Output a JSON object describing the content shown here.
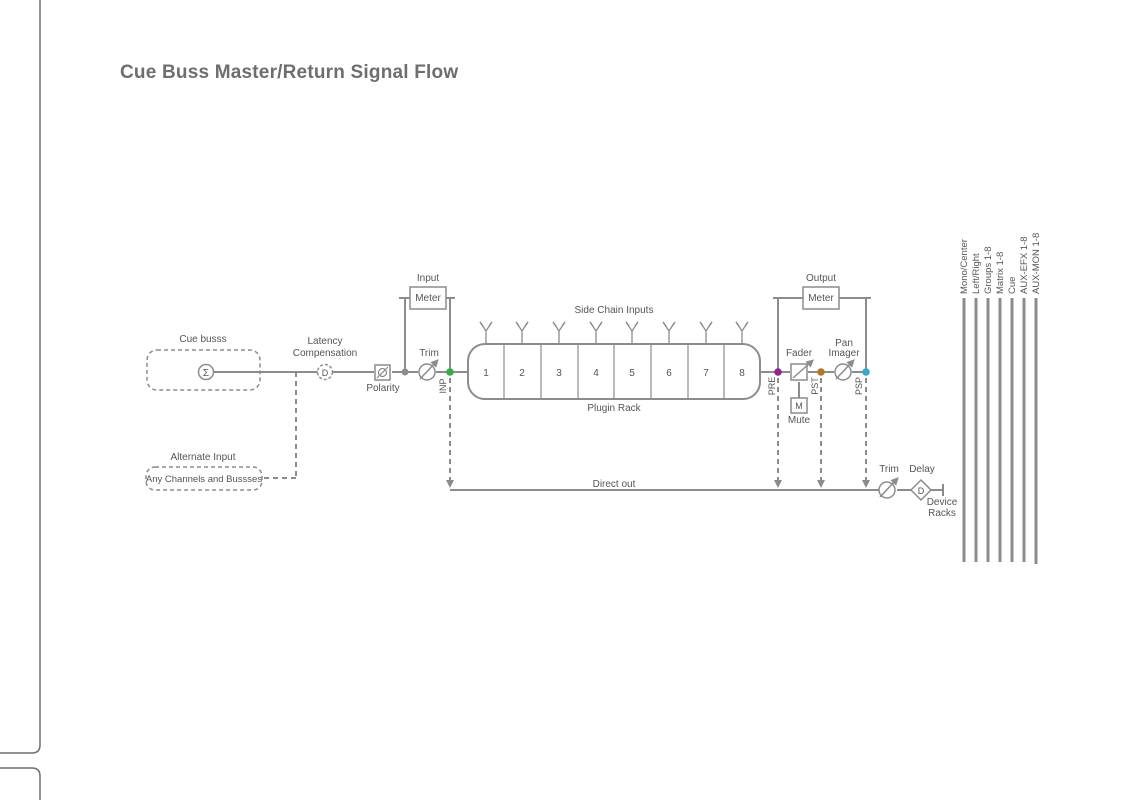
{
  "title": "Cue Buss Master/Return Signal Flow",
  "colors": {
    "line": "#8c8c8c",
    "text": "#555555",
    "inp_dot": "#3aaa4a",
    "pre_dot": "#8b2a8b",
    "pst_dot": "#b07a2a",
    "psp_dot": "#3ba7c9"
  },
  "labels": {
    "cue_busss": "Cue busss",
    "sum_symbol": "Σ",
    "latency_line1": "Latency",
    "latency_line2": "Compensation",
    "delay_symbol": "D",
    "polarity": "Polarity",
    "trim": "Trim",
    "input": "Input",
    "meter": "Meter",
    "inp": "INP",
    "side_chain_inputs": "Side Chain Inputs",
    "plugin_rack": "Plugin Rack",
    "pre": "PRE",
    "fader": "Fader",
    "mute_symbol": "M",
    "mute": "Mute",
    "pst": "PST",
    "pan_line1": "Pan",
    "pan_line2": "Imager",
    "psp": "PSP",
    "output": "Output",
    "alternate_input": "Alternate Input",
    "any_channels": "Any Channels and Bussses",
    "direct_out": "Direct out",
    "out_trim": "Trim",
    "delay": "Delay",
    "device_line1": "Device",
    "device_line2": "Racks"
  },
  "plugin_slots": [
    "1",
    "2",
    "3",
    "4",
    "5",
    "6",
    "7",
    "8"
  ],
  "buses": [
    "Mono/Center",
    "Left/Right",
    "Groups 1-8",
    "Matrix 1-8",
    "Cue",
    "AUX-EFX 1-8",
    "AUX-MON 1-8"
  ]
}
